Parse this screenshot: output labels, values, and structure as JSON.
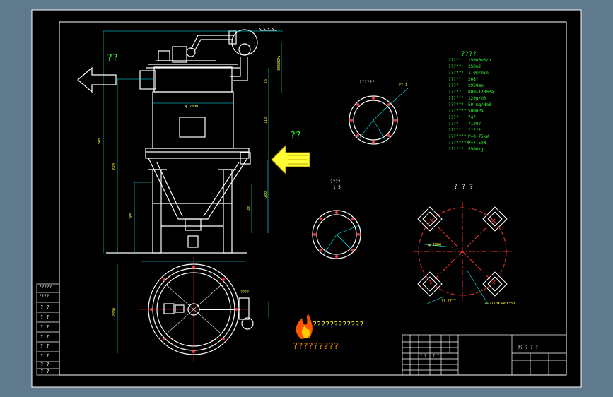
{
  "colors": {
    "workspace_bg": "#5f7a8c",
    "paper": "#000000",
    "frame": "#ffffff",
    "equipment": "#ffffff",
    "dimension": "#00ffff",
    "centerline": "#ff3333",
    "note_text": "#33ff33",
    "arrow_fill": "#ffff33",
    "logo": "#ff5500"
  },
  "drawing": {
    "outlet_label": "??",
    "inlet_label": "??",
    "section_a_label": "??????",
    "section_a_mark": "?? 1",
    "section_b_label": "????",
    "section_b_scale": "1:5",
    "foundation_title": "? ? ?",
    "foundation_note": "4-?110X340X350",
    "foundation_label": "?? ????",
    "diameter_label": "φ 2800",
    "side_label": "????",
    "brand_chars": "????????????",
    "brand_sub": "?????????"
  },
  "specs": {
    "title": "????",
    "rows": [
      {
        "k": "?????",
        "v": "15000m3/h"
      },
      {
        "k": "?????",
        "v": "250m2"
      },
      {
        "k": "??????",
        "v": "1.0m/min"
      },
      {
        "k": "?????",
        "v": "208?"
      },
      {
        "k": "????",
        "v": "2950mm"
      },
      {
        "k": "?????",
        "v": "800~1200Pa"
      },
      {
        "k": "??????",
        "v": "120g/m3"
      },
      {
        "k": "??????",
        "v": "50 mg/Nm3"
      },
      {
        "k": "???????",
        "v": "5000Pa"
      },
      {
        "k": "????",
        "v": "74?"
      },
      {
        "k": "????",
        "v": "?120?"
      },
      {
        "k": "?????",
        "v": "?????"
      },
      {
        "k": "???????",
        "v": "P=0.75kW"
      },
      {
        "k": "????????",
        "v": "P=7.5kW"
      },
      {
        "k": "??????",
        "v": "5500kg"
      }
    ]
  },
  "left_panel": [
    "?????",
    "????",
    "? ?",
    "? ?",
    "? ?",
    "? ?",
    "? ?",
    "? ?",
    "? ?",
    "? ?"
  ],
  "title_block": {
    "grid_rows": [
      "? ?",
      "? ?"
    ],
    "right_label": "?? ? ? ?"
  }
}
